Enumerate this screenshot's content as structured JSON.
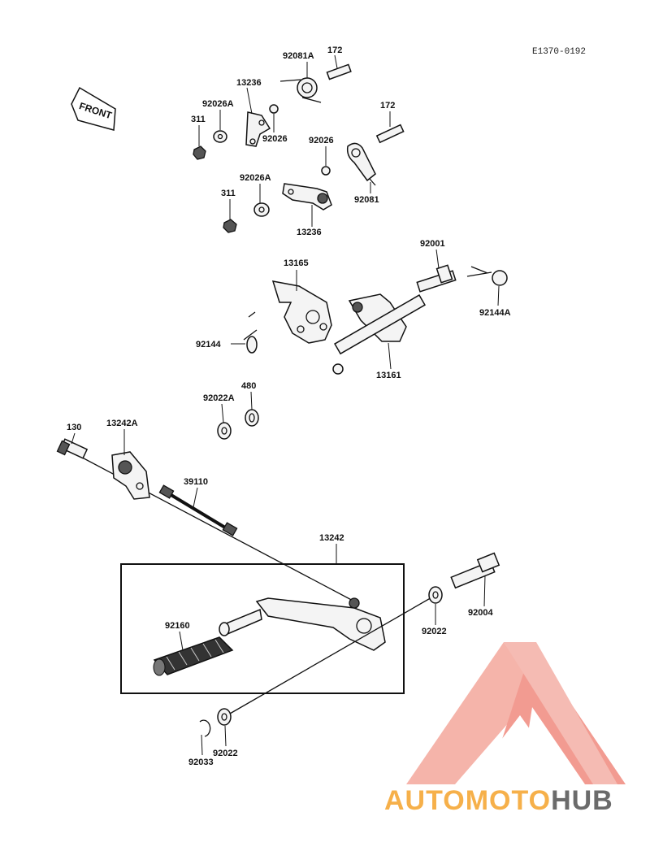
{
  "diagram_code": "E1370-0192",
  "front_label": "FRONT",
  "parts": {
    "p92081A": "92081A",
    "p172a": "172",
    "p13236a": "13236",
    "p92026Aa": "92026A",
    "p311a": "311",
    "p92026a": "92026",
    "p172b": "172",
    "p92026b": "92026",
    "p92026Ab": "92026A",
    "p311b": "311",
    "p13236b": "13236",
    "p92081": "92081",
    "p92001": "92001",
    "p13165": "13165",
    "p92144A": "92144A",
    "p92144": "92144",
    "p13161": "13161",
    "p480": "480",
    "p92022A": "92022A",
    "p130": "130",
    "p13242A": "13242A",
    "p39110": "39110",
    "p13242": "13242",
    "p92004": "92004",
    "p92160": "92160",
    "p92022a": "92022",
    "p92022b": "92022",
    "p92033": "92033"
  },
  "watermark": {
    "part1": "AUTOMOTO",
    "part2": "HUB",
    "color_accent": "#f08a7e",
    "color_orange": "#f6b04a",
    "color_gray": "#6b6b6b"
  }
}
